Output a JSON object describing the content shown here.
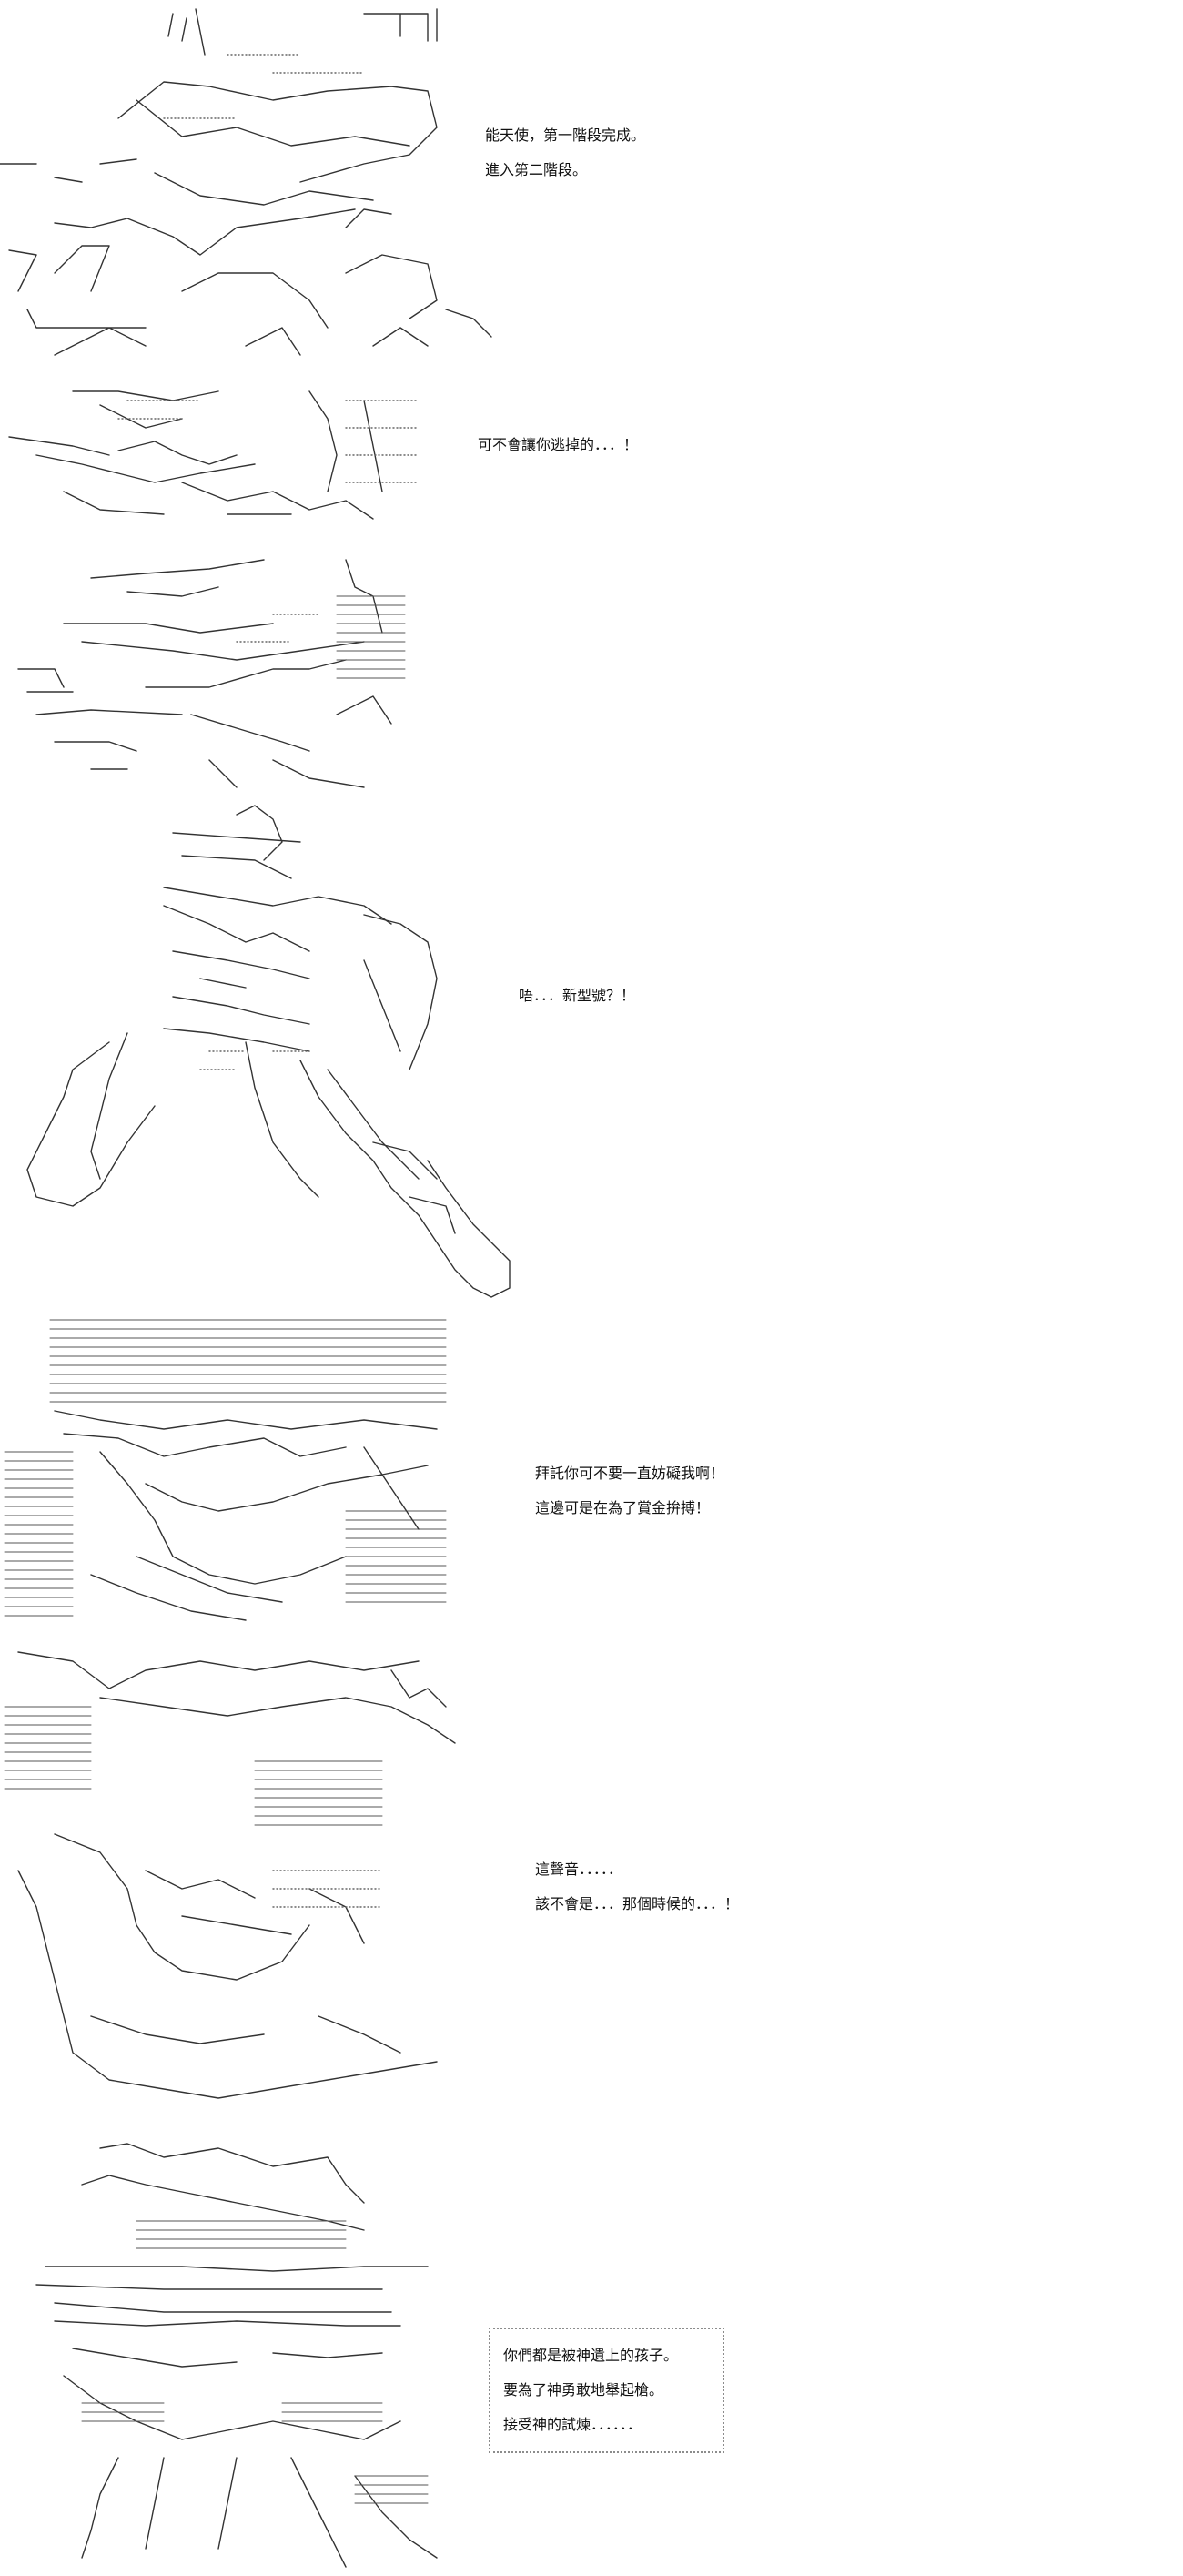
{
  "panels": [
    {
      "lines": [
        "能天使，第一階段完成。",
        "進入第二階段。"
      ]
    },
    {
      "lines": [
        "可不會讓你逃掉的．．．！"
      ]
    },
    {
      "lines": []
    },
    {
      "lines": [
        "唔．．．新型號？！"
      ]
    },
    {
      "lines": [
        "拜託你可不要一直妨礙我啊！",
        "這邊可是在為了賞金拚搏！"
      ]
    },
    {
      "lines": [
        "這聲音．．．．．",
        "該不會是．．．那個時候的．．．！"
      ]
    },
    {
      "lines": [
        "你們都是被神遺上的孩子。",
        "要為了神勇敢地舉起槍。",
        "接受神的試煉．．．．．．"
      ]
    }
  ]
}
